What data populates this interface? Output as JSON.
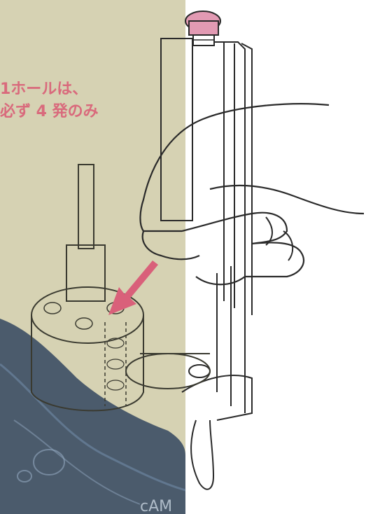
{
  "illustration": {
    "caption_lines": [
      "1ホールは、",
      "必ず 4 発のみ"
    ],
    "colors": {
      "panel_beige": "#d6d2b3",
      "caption_pink": "#d96a7c",
      "cap_pink": "#e29ab3",
      "cloth_dark": "#3c4e64",
      "line_ink": "#2a2a2a",
      "arrow_pink": "#d9607a"
    },
    "watermark_text": "cAM"
  }
}
